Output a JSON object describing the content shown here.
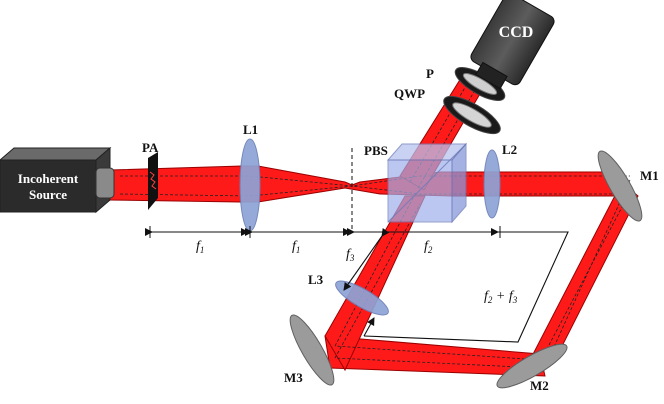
{
  "source": {
    "line1": "Incoherent",
    "line2": "Source"
  },
  "labels": {
    "pa": "PA",
    "l1": "L1",
    "pbs": "PBS",
    "l2": "L2",
    "m1": "M1",
    "m2": "M2",
    "m3": "M3",
    "l3": "L3",
    "p": "P",
    "qwp": "QWP",
    "ccd": "CCD"
  },
  "distances": {
    "f1a": "f",
    "f1a_sub": "1",
    "f1b": "f",
    "f1b_sub": "1",
    "f2": "f",
    "f2_sub": "2",
    "f3": "f",
    "f3_sub": "3",
    "f23": "f",
    "f23_sub1": "2",
    "f23_plus": " + f",
    "f23_sub2": "3"
  },
  "colors": {
    "beam": "#ff1a1a",
    "lens": "#8ea3d6",
    "mirror": "#9b9b9b",
    "cube": "#9fb0ea"
  }
}
